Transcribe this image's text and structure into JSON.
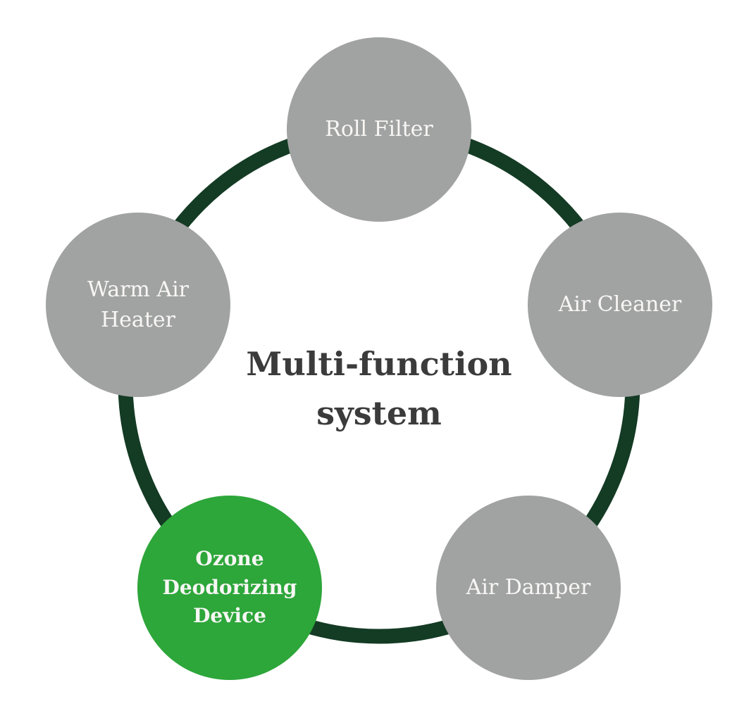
{
  "title": "Multi-function system",
  "colors": {
    "ring": "#143b24",
    "node_gray": "#a1a2a2",
    "node_green": "#2da63a",
    "title_text": "#3b3b3b",
    "node_text": "#f8f7f5",
    "bg": "#ffffff"
  },
  "nodes": [
    {
      "id": "roll-filter",
      "label": "Roll Filter",
      "highlighted": false
    },
    {
      "id": "air-cleaner",
      "label": "Air Cleaner",
      "highlighted": false
    },
    {
      "id": "air-damper",
      "label": "Air Damper",
      "highlighted": false
    },
    {
      "id": "ozone-deodorizing-device",
      "label": "Ozone Deodorizing Device",
      "highlighted": true
    },
    {
      "id": "warm-air-heater",
      "label": "Warm Air Heater",
      "highlighted": false
    }
  ]
}
